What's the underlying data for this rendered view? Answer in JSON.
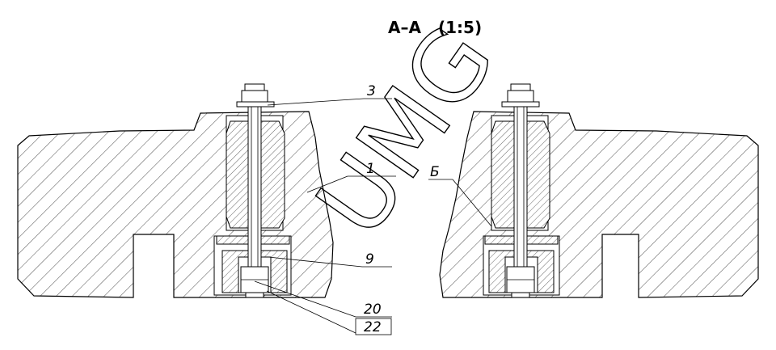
{
  "section_title": "A–A",
  "scale_label": "(1:5)",
  "watermark": "UMG",
  "callouts": {
    "part_3": "3",
    "part_1": "1",
    "part_b": "Б",
    "part_9": "9",
    "part_20": "20",
    "part_22": "22"
  }
}
